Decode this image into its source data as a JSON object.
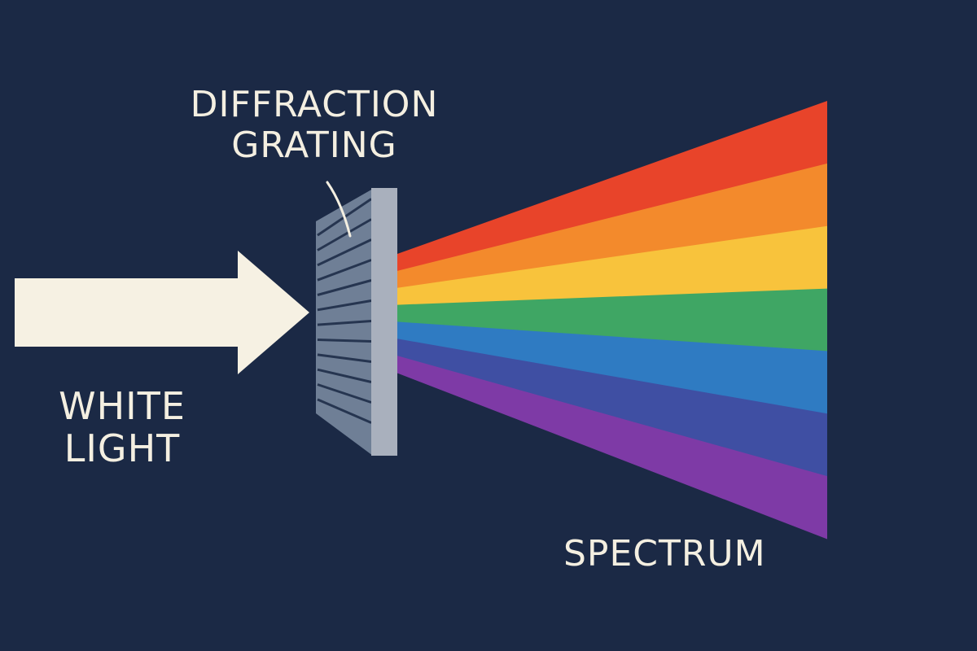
{
  "labels": {
    "grating": [
      "DIFFRACTION",
      "GRATING"
    ],
    "white_light": [
      "WHITE",
      "LIGHT"
    ],
    "spectrum": "SPECTRUM"
  },
  "colors": {
    "background": "#1b2945",
    "light_beam": "#f6f1e3",
    "text": "#f4efe1",
    "grating_face": "#6f7f96",
    "grating_front": "#a9b0bd",
    "grating_lines": "#263550"
  },
  "spectrum_bands": [
    {
      "color": "#e8442a"
    },
    {
      "color": "#f38a2c"
    },
    {
      "color": "#f8c33c"
    },
    {
      "color": "#3fa664"
    },
    {
      "color": "#2f7bc2"
    },
    {
      "color": "#3f4fa3"
    },
    {
      "color": "#7e3aa6"
    }
  ]
}
